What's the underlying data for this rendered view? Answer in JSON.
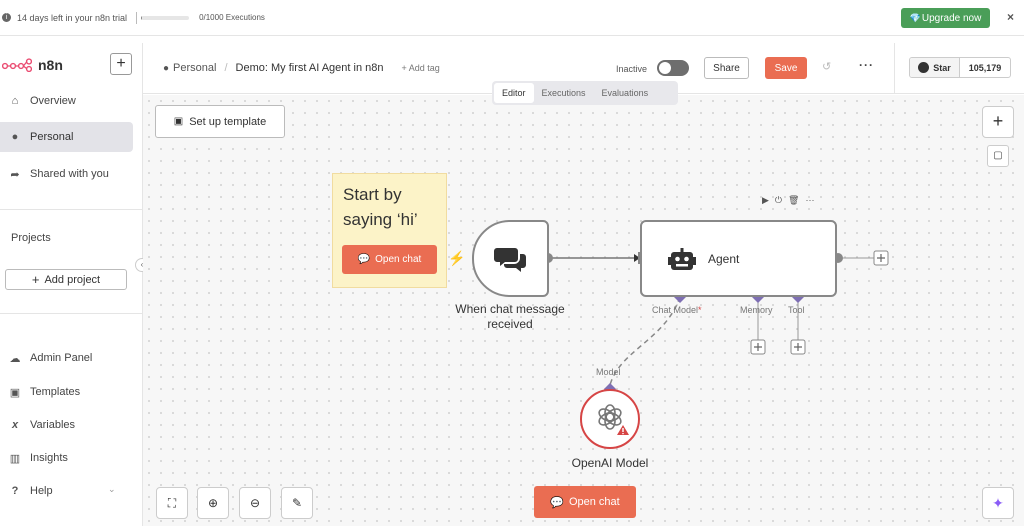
{
  "banner": {
    "trial_text": "14 days left in your n8n trial",
    "executions_text": "0/1000 Executions",
    "executions_progress": 0.02,
    "upgrade_label": "Upgrade now",
    "close_label": "×"
  },
  "sidebar": {
    "app_name": "n8n",
    "new_label": "+",
    "items": [
      {
        "label": "Overview",
        "icon": "home-icon"
      },
      {
        "label": "Personal",
        "icon": "user-icon",
        "active": true
      },
      {
        "label": "Shared with you",
        "icon": "share-icon"
      }
    ],
    "projects_label": "Projects",
    "add_project_label": "Add project",
    "bottom_items": [
      {
        "label": "Admin Panel",
        "icon": "cloud-icon"
      },
      {
        "label": "Templates",
        "icon": "templates-icon"
      },
      {
        "label": "Variables",
        "icon": "variables-icon"
      },
      {
        "label": "Insights",
        "icon": "insights-icon"
      },
      {
        "label": "Help",
        "icon": "help-icon"
      }
    ]
  },
  "header": {
    "breadcrumb_owner": "Personal",
    "workflow_title": "Demo: My first AI Agent in n8n",
    "add_tag": "+ Add tag",
    "status": "Inactive",
    "share_label": "Share",
    "save_label": "Save",
    "star_label": "Star",
    "star_count": "105,179"
  },
  "tabs": [
    {
      "label": "Editor",
      "active": true
    },
    {
      "label": "Executions"
    },
    {
      "label": "Evaluations"
    }
  ],
  "canvas": {
    "setup_template_label": "Set up template",
    "sticky_text_line1": "Start by",
    "sticky_text_line2": "saying ‘hi’",
    "sticky_button": "Open chat",
    "trigger_label_line1": "When chat message",
    "trigger_label_line2": "received",
    "agent_label": "Agent",
    "port_chat_model": "Chat Model",
    "port_chat_model_required": "*",
    "port_memory": "Memory",
    "port_tool": "Tool",
    "model_port": "Model",
    "model_label": "OpenAI Model",
    "bottom_open_chat": "Open chat"
  },
  "colors": {
    "accent": "#ea6d52",
    "upgrade": "#4a9e58",
    "error": "#d64545",
    "port": "#7e6fb3"
  }
}
